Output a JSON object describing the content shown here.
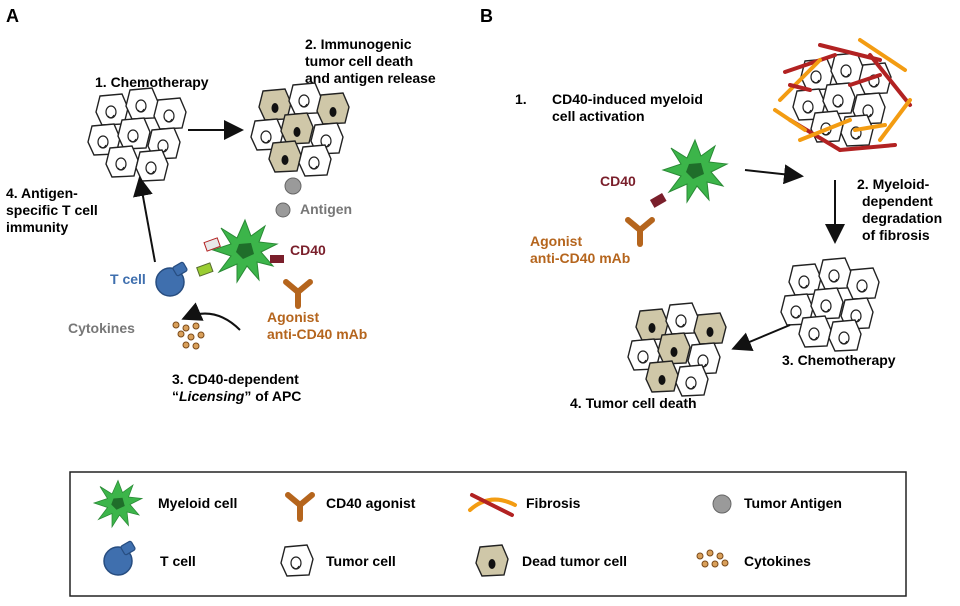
{
  "panels": {
    "a": "A",
    "b": "B"
  },
  "panel_a": {
    "step1": "1. Chemotherapy",
    "step2": [
      "2. Immunogenic",
      "tumor cell death",
      "and antigen release"
    ],
    "step3_line1": "3. CD40-dependent",
    "step3_line2_open": "“",
    "step3_line2_italic": "Licensing",
    "step3_line2_close": "” of APC",
    "step4": [
      "4. Antigen-",
      "specific T cell",
      "immunity"
    ],
    "antigen": "Antigen",
    "cd40": "CD40",
    "agonist": [
      "Agonist",
      "anti-CD40 mAb"
    ],
    "tcell": "T cell",
    "cytokines": "Cytokines"
  },
  "panel_b": {
    "step1_num": "1.",
    "step1": [
      "CD40-induced myeloid",
      "cell activation"
    ],
    "cd40": "CD40",
    "agonist": [
      "Agonist",
      "anti-CD40 mAb"
    ],
    "step2": [
      "2. Myeloid-",
      "dependent",
      "degradation",
      "of fibrosis"
    ],
    "step3": "3. Chemotherapy",
    "step4": "4. Tumor cell death"
  },
  "legend": {
    "myeloid": "Myeloid cell",
    "agonist": "CD40 agonist",
    "fibrosis": "Fibrosis",
    "antigen": "Tumor Antigen",
    "tcell": "T cell",
    "tumor": "Tumor cell",
    "dead": "Dead tumor cell",
    "cytokines": "Cytokines"
  },
  "colors": {
    "myeloid": "#3cb54a",
    "tcell": "#3f6fae",
    "agonist": "#b5651d",
    "cd40": "#7a1f2b",
    "fibrosis_red": "#b22222",
    "fibrosis_orange": "#f39c12",
    "dead_cell": "#cfc7a8",
    "antigen": "#9a9a9a"
  }
}
